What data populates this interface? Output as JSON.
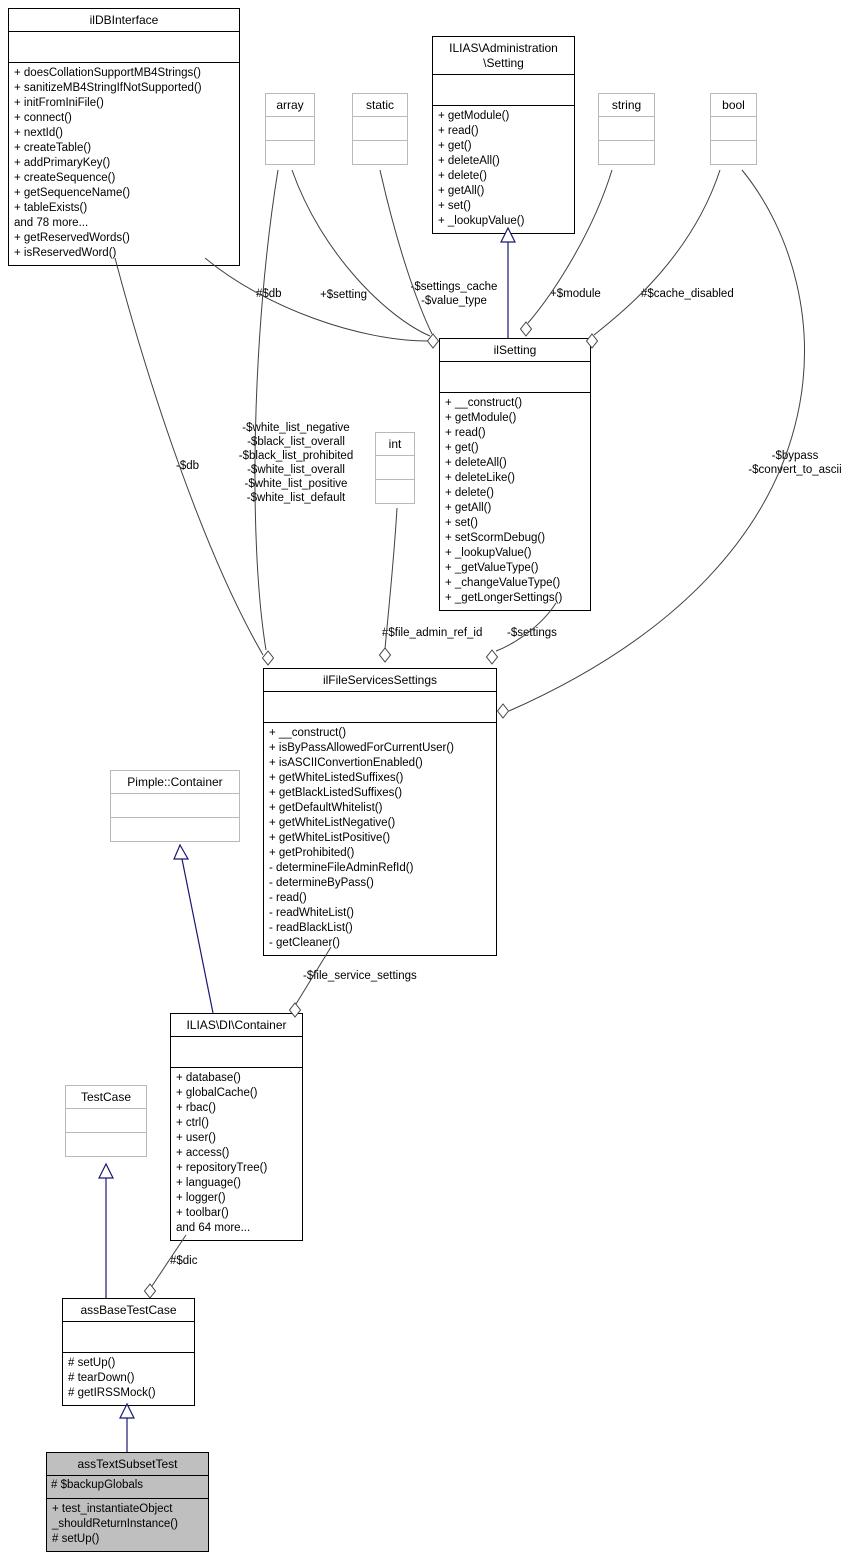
{
  "colors": {
    "edge": "#404040",
    "inheritance": "#191970",
    "highlight": "#bfbfbf",
    "external_border": "#b9b9b9"
  },
  "classes": {
    "ilDBInterface": {
      "title": "ilDBInterface",
      "attributes": [],
      "methods": [
        "+ doesCollationSupportMB4Strings()",
        "+ sanitizeMB4StringIfNotSupported()",
        "+ initFromIniFile()",
        "+ connect()",
        "+ nextId()",
        "+ createTable()",
        "+ addPrimaryKey()",
        "+ createSequence()",
        "+ getSequenceName()",
        "+ tableExists()",
        "and 78 more...",
        "+ getReservedWords()",
        "+ isReservedWord()"
      ]
    },
    "array": {
      "title": "array"
    },
    "static": {
      "title": "static"
    },
    "adminSetting": {
      "title": [
        "ILIAS\\Administration",
        "\\Setting"
      ],
      "attributes": [],
      "methods": [
        "+ getModule()",
        "+ read()",
        "+ get()",
        "+ deleteAll()",
        "+ delete()",
        "+ getAll()",
        "+ set()",
        "+ _lookupValue()"
      ]
    },
    "string": {
      "title": "string"
    },
    "bool": {
      "title": "bool"
    },
    "ilSetting": {
      "title": "ilSetting",
      "attributes": [],
      "methods": [
        "+ __construct()",
        "+ getModule()",
        "+ read()",
        "+ get()",
        "+ deleteAll()",
        "+ deleteLike()",
        "+ delete()",
        "+ getAll()",
        "+ set()",
        "+ setScormDebug()",
        "+ _lookupValue()",
        "+ _getValueType()",
        "+ _changeValueType()",
        "+ _getLongerSettings()"
      ]
    },
    "int": {
      "title": "int"
    },
    "ilFileServicesSettings": {
      "title": "ilFileServicesSettings",
      "attributes": [],
      "methods": [
        "+ __construct()",
        "+ isByPassAllowedForCurrentUser()",
        "+ isASCIIConvertionEnabled()",
        "+ getWhiteListedSuffixes()",
        "+ getBlackListedSuffixes()",
        "+ getDefaultWhitelist()",
        "+ getWhiteListNegative()",
        "+ getWhiteListPositive()",
        "+ getProhibited()",
        "- determineFileAdminRefId()",
        "- determineByPass()",
        "- read()",
        "- readWhiteList()",
        "- readBlackList()",
        "- getCleaner()"
      ]
    },
    "pimpleContainer": {
      "title": "Pimple::Container"
    },
    "diContainer": {
      "title": "ILIAS\\DI\\Container",
      "attributes": [],
      "methods": [
        "+ database()",
        "+ globalCache()",
        "+ rbac()",
        "+ ctrl()",
        "+ user()",
        "+ access()",
        "+ repositoryTree()",
        "+ language()",
        "+ logger()",
        "+ toolbar()",
        "and 64 more..."
      ]
    },
    "testCase": {
      "title": "TestCase"
    },
    "assBaseTestCase": {
      "title": "assBaseTestCase",
      "attributes": [],
      "methods": [
        "# setUp()",
        "# tearDown()",
        "# getIRSSMock()"
      ]
    },
    "assTextSubsetTest": {
      "title": "assTextSubsetTest",
      "attributes": [
        "# $backupGlobals"
      ],
      "methods": [
        "+ test_instantiateObject",
        "_shouldReturnInstance()",
        "# setUp()"
      ]
    }
  },
  "edge_labels": {
    "db_ilsetting": "#$db",
    "setting": "+$setting",
    "settings_cache": [
      "-$settings_cache",
      "-$value_type"
    ],
    "module": "+$module",
    "cache_disabled": "#$cache_disabled",
    "db_fss": "-$db",
    "white_lists": [
      "-$white_list_negative",
      "-$black_list_overall",
      "-$black_list_prohibited",
      "-$white_list_overall",
      "-$white_list_positive",
      "-$white_list_default"
    ],
    "file_admin_ref_id": "#$file_admin_ref_id",
    "settings": "-$settings",
    "bypass": [
      "-$bypass",
      "-$convert_to_ascii"
    ],
    "file_service_settings": "-$file_service_settings",
    "dic": "#$dic"
  }
}
